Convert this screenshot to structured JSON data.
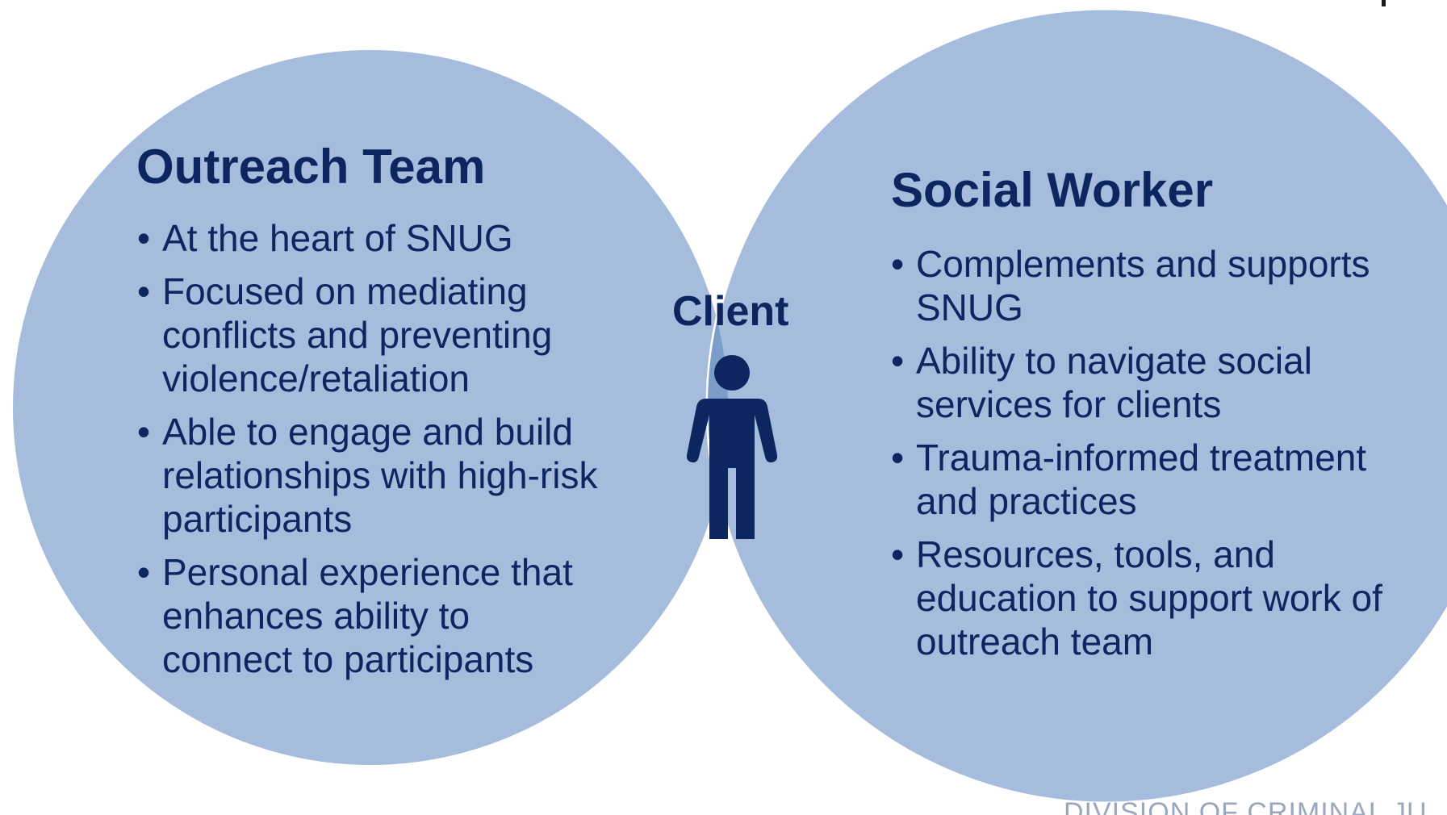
{
  "diagram": {
    "left_circle": {
      "title": "Outreach Team",
      "points": [
        "At the heart of SNUG",
        "Focused on mediating conflicts and preventing violence/retaliation",
        "Able to engage and build relationships with high-risk participants",
        "Personal experience that enhances ability to connect to participants"
      ]
    },
    "right_circle": {
      "title": "Social Worker",
      "points": [
        "Complements and supports SNUG",
        "Ability to navigate social services for clients",
        "Trauma-informed treatment and practices",
        "Resources, tools, and education to support work of outreach team"
      ]
    },
    "center": {
      "label": "Client",
      "icon": "person-icon"
    }
  },
  "footer": {
    "text": "DIVISION OF CRIMINAL JU"
  },
  "colors": {
    "circle_fill": "#a6bcdc",
    "overlap_fill": "#7c9dc9",
    "text": "#0d2660",
    "icon": "#0d2660",
    "border": "#ffffff"
  }
}
